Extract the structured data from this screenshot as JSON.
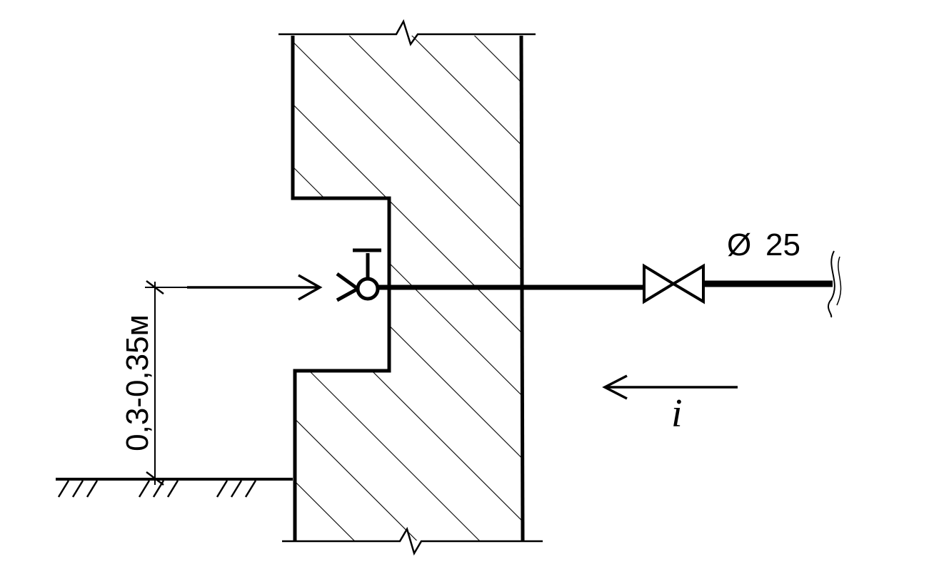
{
  "labels": {
    "height": "0,3-0,35м",
    "diameter_symbol": "Ø",
    "diameter_value": "25",
    "slope": "i"
  },
  "colors": {
    "ink": "#000000",
    "paper": "#ffffff"
  },
  "icons": {
    "valve": "gate-valve-icon",
    "tap": "watering-tap-icon",
    "ground": "ground-hatch-icon",
    "break": "break-line-icon"
  }
}
